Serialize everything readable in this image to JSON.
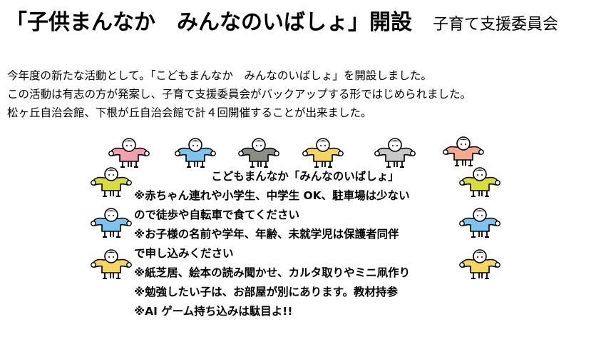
{
  "header": {
    "title": "「子供まんなか　みんなのいばしょ」開設",
    "organization": "子育て支援委員会"
  },
  "intro": {
    "lines": [
      "今年度の新たな活動として。「こどもまんなか　みんなのいばしょ」を開設しました。",
      "この活動は有志の方が発案し、子育て支援委員会がバックアップする形ではじめられました。",
      "松ヶ丘自治会館、下根が丘自治会館で計４回開催することが出来ました。"
    ]
  },
  "notice": {
    "title": "こどもまんなか「みんなのいばしょ」",
    "lines": [
      "※赤ちゃん連れや小学生、中学生 OK、駐車場は少ない",
      "ので徒歩や自転車で食てください",
      "※お子様の名前や学年、年齢、未就学児は保護者同伴",
      "で申し込みください",
      "※紙芝居、絵本の読み聞かせ、カルタ取りやミニ凧作り",
      "※勉強したい子は、お部屋が別にあります。教材持参",
      "※AI ゲーム持ち込みは駄目よ!!"
    ]
  },
  "decoration": {
    "figures": [
      {
        "icon": "child-figure-icon",
        "color": "#f2a0ae"
      },
      {
        "icon": "child-figure-icon",
        "color": "#7cc4ee"
      },
      {
        "icon": "child-figure-icon",
        "color": "#8a8f86"
      },
      {
        "icon": "child-figure-icon",
        "color": "#f5d760"
      },
      {
        "icon": "child-figure-icon",
        "color": "#c8c8c8"
      },
      {
        "icon": "child-figure-icon",
        "color": "#f3aa90"
      },
      {
        "icon": "child-figure-icon",
        "color": "#d8dc3c"
      },
      {
        "icon": "child-figure-icon",
        "color": "#d8dc3c"
      },
      {
        "icon": "child-figure-icon",
        "color": "#7cc4ee"
      },
      {
        "icon": "child-figure-icon",
        "color": "#7cc4ee"
      },
      {
        "icon": "child-figure-icon",
        "color": "#f5d760"
      },
      {
        "icon": "child-figure-icon",
        "color": "#f5d760"
      }
    ]
  }
}
